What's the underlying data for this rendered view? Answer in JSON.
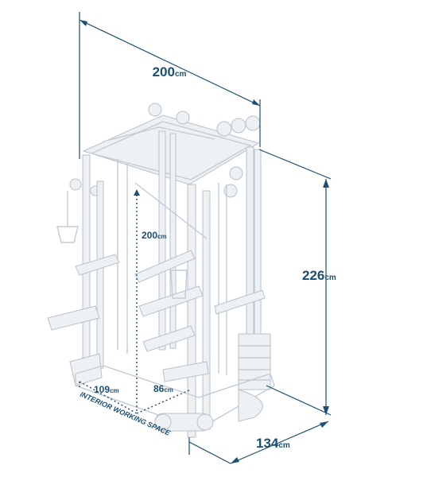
{
  "dimensions": {
    "width": {
      "value": "200",
      "unit": "cm"
    },
    "height": {
      "value": "226",
      "unit": "cm"
    },
    "depth": {
      "value": "134",
      "unit": "cm"
    },
    "interior_height": {
      "value": "200",
      "unit": "cm"
    },
    "interior_width": {
      "value": "109",
      "unit": "cm"
    },
    "interior_depth": {
      "value": "86",
      "unit": "cm"
    }
  },
  "caption": "INTERIOR WORKING SPACE",
  "colors": {
    "dimension": "#1d4f73",
    "frame": "#c3ccd3"
  }
}
